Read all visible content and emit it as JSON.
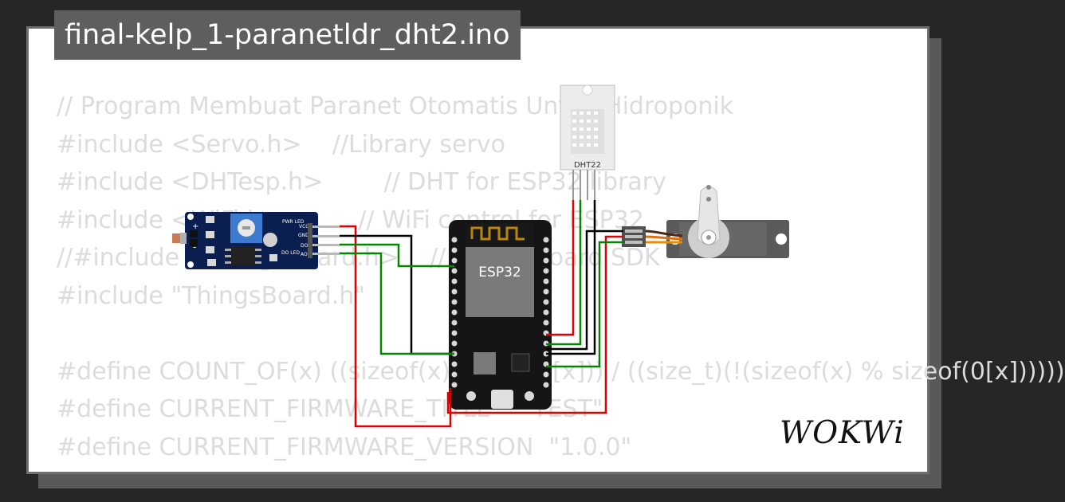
{
  "title": "final-kelp_1-paranetldr_dht2.ino",
  "code_lines": [
    "// Program Membuat Paranet Otomatis Untuk Hidroponik",
    "#include <Servo.h>    //Library servo",
    "#include <DHTesp.h>        // DHT for ESP32 library",
    "#include <WiFi.h>          // WiFi control for ESP32",
    "//#include <ThingsBoard.h>    // ThingsBoard SDK",
    "#include \"ThingsBoard.h\"",
    "",
    "#define COUNT_OF(x) ((sizeof(x)/sizeof(0[x])) / ((size_t)(!(sizeof(x) % sizeof(0[x])))))",
    "#define CURRENT_FIRMWARE_TITLE    \"TEST\"",
    "#define CURRENT_FIRMWARE_VERSION  \"1.0.0\""
  ],
  "components": {
    "mcu_label": "ESP32",
    "dht_label": "DHT22",
    "ldr_labels": {
      "pwr_led": "PWR LED",
      "do_led": "DO LED",
      "pins": [
        "VCC",
        "GND",
        "DO",
        "AO"
      ],
      "plus": "+",
      "minus": "-"
    }
  },
  "logo": "WOKWi",
  "colors": {
    "background": "#262626",
    "card": "#ffffff",
    "title_bg": "#5e5e5e",
    "code_text": "#dcdcdc",
    "wire_red": "#e00000",
    "wire_black": "#000000",
    "wire_green": "#008800",
    "pcb_blue": "#0a1e50",
    "esp_board": "#151515",
    "esp_module": "#7a7a7a"
  }
}
